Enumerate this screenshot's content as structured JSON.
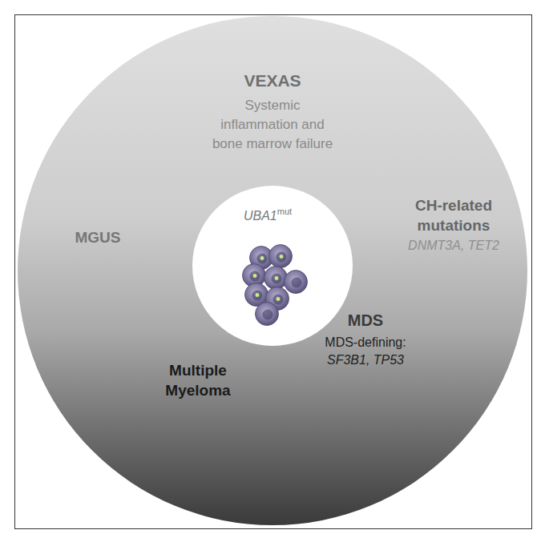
{
  "diagram": {
    "nodes": [
      {
        "text": [
          "VEXAS",
          "Systemic inflammation and bone marrow failure",
          "MGUS",
          "CH-related mutations",
          "DNMT3A, TET2",
          "MDS",
          "MDS-defining:",
          "SF3B1, TP53",
          "Multiple Myeloma"
        ]
      },
      {
        "text": [
          "UBA1",
          "mut"
        ],
        "in": 0
      }
    ]
  }
}
